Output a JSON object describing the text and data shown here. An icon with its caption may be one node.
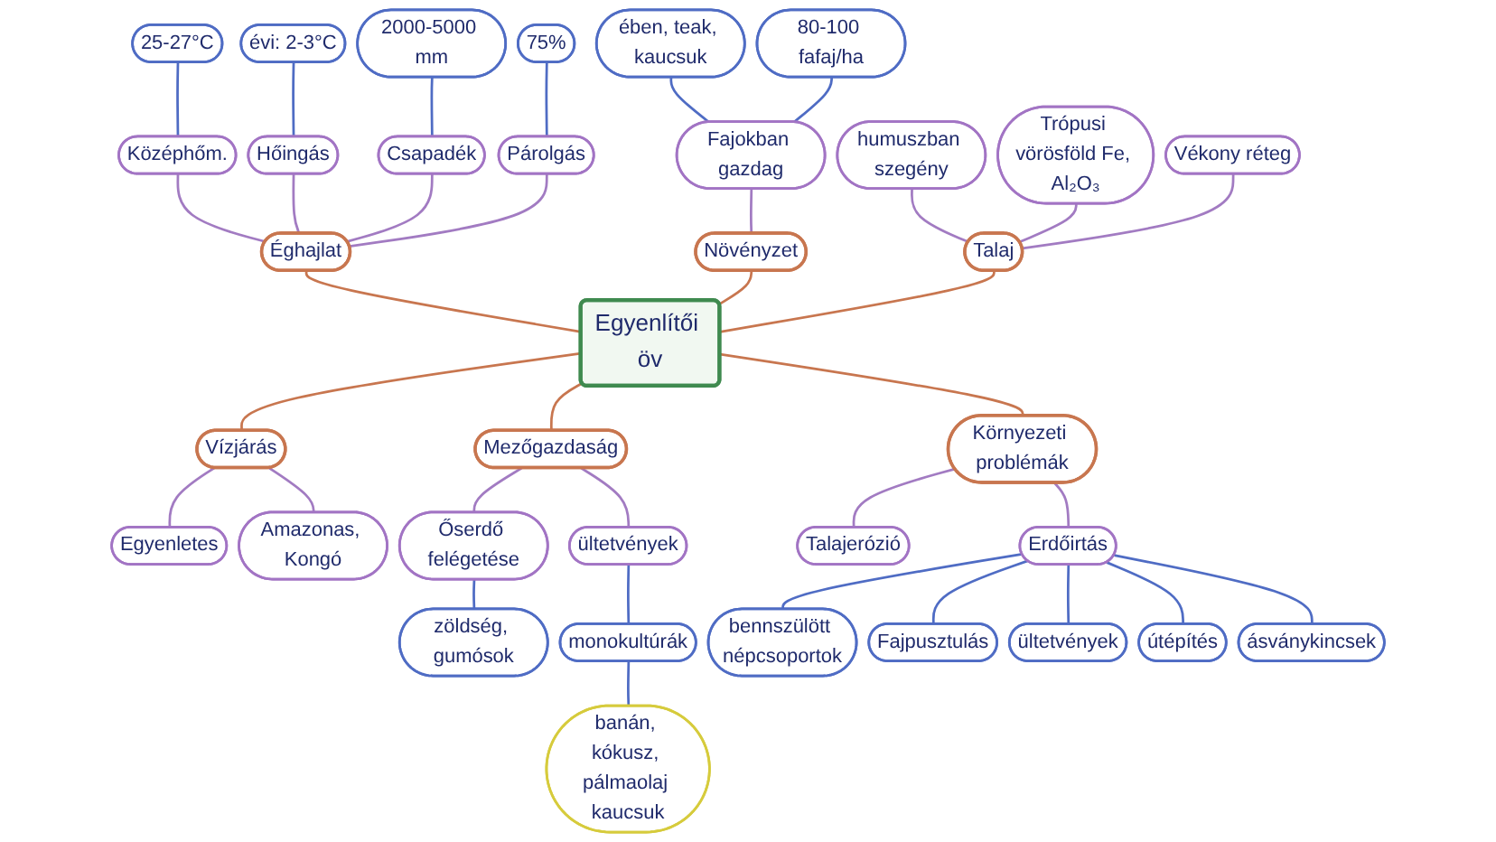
{
  "diagram": {
    "nodes": [
      {
        "text": [
          "Egyenlítői öv"
        ]
      },
      {
        "text": [
          "Éghajlat"
        ]
      },
      {
        "text": [
          "Középhőm."
        ]
      },
      {
        "text": [
          "25-27°C"
        ]
      },
      {
        "text": [
          "Hőingás"
        ]
      },
      {
        "text": [
          "évi: 2-3°C"
        ]
      },
      {
        "text": [
          "Csapadék"
        ]
      },
      {
        "text": [
          "2000-5000 mm"
        ]
      },
      {
        "text": [
          "Párolgás"
        ]
      },
      {
        "text": [
          "75%"
        ]
      },
      {
        "text": [
          "Növényzet"
        ]
      },
      {
        "text": [
          "Fajokban gazdag"
        ]
      },
      {
        "text": [
          "ében, teak, kaucsuk"
        ]
      },
      {
        "text": [
          "80-100 fafaj/ha"
        ]
      },
      {
        "text": [
          "Talaj"
        ]
      },
      {
        "text": [
          "humuszban szegény"
        ]
      },
      {
        "text": [
          "Trópusi vörösföld Fe, Al₂O₃"
        ]
      },
      {
        "text": [
          "Vékony réteg"
        ]
      },
      {
        "text": [
          "Vízjárás"
        ]
      },
      {
        "text": [
          "Egyenletes"
        ]
      },
      {
        "text": [
          "Amazonas, Kongó"
        ]
      },
      {
        "text": [
          "Mezőgazdaság"
        ]
      },
      {
        "text": [
          "Őserdő felégetése"
        ]
      },
      {
        "text": [
          "zöldség, gumósok"
        ]
      },
      {
        "text": [
          "ültetvények"
        ]
      },
      {
        "text": [
          "monokultúrák"
        ]
      },
      {
        "text": [
          "banán, kókusz, pálmaolaj kaucsuk"
        ]
      },
      {
        "text": [
          "Környezeti problémák"
        ]
      },
      {
        "text": [
          "Talajerózió"
        ]
      },
      {
        "text": [
          "Erdőirtás"
        ]
      },
      {
        "text": [
          "bennszülött népcsoportok"
        ]
      },
      {
        "text": [
          "Fajpusztulás"
        ]
      },
      {
        "text": [
          "ültetvények"
        ]
      },
      {
        "text": [
          "útépítés"
        ]
      },
      {
        "text": [
          "ásványkincsek"
        ]
      }
    ],
    "edges": [
      {
        "from": 1,
        "to": 0,
        "arrow": "none",
        "color": "#c8764f"
      },
      {
        "from": 2,
        "to": 1,
        "arrow": "none"
      },
      {
        "from": 3,
        "to": 2,
        "arrow": "none",
        "color": "#4f6cc4"
      },
      {
        "from": 4,
        "to": 1,
        "arrow": "none"
      },
      {
        "from": 5,
        "to": 4,
        "arrow": "none",
        "color": "#4f6cc4"
      },
      {
        "from": 6,
        "to": 1,
        "arrow": "none"
      },
      {
        "from": 7,
        "to": 6,
        "arrow": "none",
        "color": "#4f6cc4"
      },
      {
        "from": 8,
        "to": 1,
        "arrow": "none"
      },
      {
        "from": 9,
        "to": 8,
        "arrow": "none",
        "color": "#4f6cc4"
      },
      {
        "from": 10,
        "to": 0,
        "arrow": "none",
        "color": "#c8764f"
      },
      {
        "from": 11,
        "to": 10,
        "arrow": "none"
      },
      {
        "from": 12,
        "to": 11,
        "arrow": "none",
        "color": "#4f6cc4"
      },
      {
        "from": 13,
        "to": 11,
        "arrow": "none",
        "color": "#4f6cc4"
      },
      {
        "from": 14,
        "to": 0,
        "arrow": "none",
        "color": "#c8764f"
      },
      {
        "from": 15,
        "to": 14,
        "arrow": "none"
      },
      {
        "from": 16,
        "to": 14,
        "arrow": "none"
      },
      {
        "from": 17,
        "to": 14,
        "arrow": "none"
      },
      {
        "from": 0,
        "to": 18,
        "arrow": "none",
        "color": "#c8764f"
      },
      {
        "from": 18,
        "to": 19,
        "arrow": "none"
      },
      {
        "from": 18,
        "to": 20,
        "arrow": "none"
      },
      {
        "from": 0,
        "to": 21,
        "arrow": "none",
        "color": "#c8764f"
      },
      {
        "from": 21,
        "to": 22,
        "arrow": "none"
      },
      {
        "from": 22,
        "to": 23,
        "arrow": "none",
        "color": "#4f6cc4"
      },
      {
        "from": 21,
        "to": 24,
        "arrow": "none"
      },
      {
        "from": 24,
        "to": 25,
        "arrow": "none",
        "color": "#4f6cc4"
      },
      {
        "from": 25,
        "to": 26,
        "arrow": "none",
        "color": "#4f6cc4"
      },
      {
        "from": 0,
        "to": 27,
        "arrow": "none",
        "color": "#c8764f"
      },
      {
        "from": 27,
        "to": 28,
        "arrow": "none"
      },
      {
        "from": 27,
        "to": 29,
        "arrow": "none"
      },
      {
        "from": 29,
        "to": 30,
        "arrow": "none",
        "color": "#4f6cc4"
      },
      {
        "from": 29,
        "to": 31,
        "arrow": "none",
        "color": "#4f6cc4"
      },
      {
        "from": 29,
        "to": 32,
        "arrow": "none",
        "color": "#4f6cc4"
      },
      {
        "from": 29,
        "to": 33,
        "arrow": "none",
        "color": "#4f6cc4"
      },
      {
        "from": 29,
        "to": 34,
        "arrow": "none",
        "color": "#4f6cc4"
      }
    ]
  }
}
